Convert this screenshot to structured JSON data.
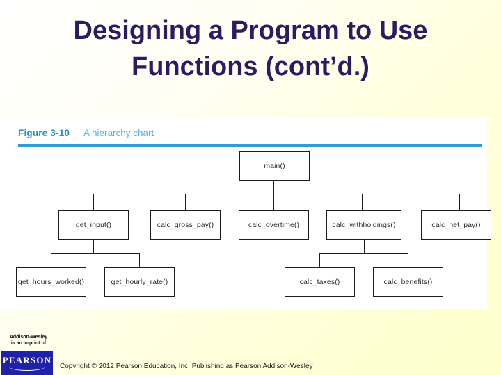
{
  "slide": {
    "title_lines": [
      "Designing a Program to Use",
      "Functions (cont’d.)"
    ],
    "title_color": "#2a1b63",
    "background_from": "#ffffff",
    "background_to": "#ffffcc"
  },
  "figure": {
    "number_label": "Figure 3-10",
    "caption": "A hierarchy chart",
    "rule_color": "#2e9ed6",
    "caption_color": "#2e9ed6",
    "panel_background": "#ffffff"
  },
  "chart_data": {
    "type": "diagram",
    "diagram_kind": "hierarchy-chart",
    "title": "A hierarchy chart",
    "node_border_color": "#1c1c1c",
    "node_fill_color": "#ffffff",
    "nodes": [
      {
        "id": "main",
        "label": "main()",
        "level": 0,
        "parent": null
      },
      {
        "id": "get_input",
        "label": "get_input()",
        "level": 1,
        "parent": "main"
      },
      {
        "id": "calc_gross_pay",
        "label": "calc_gross_pay()",
        "level": 1,
        "parent": "main"
      },
      {
        "id": "calc_overtime",
        "label": "calc_overtime()",
        "level": 1,
        "parent": "main"
      },
      {
        "id": "calc_withholdings",
        "label": "calc_withholdings()",
        "level": 1,
        "parent": "main"
      },
      {
        "id": "calc_net_pay",
        "label": "calc_net_pay()",
        "level": 1,
        "parent": "main"
      },
      {
        "id": "get_hours_worked",
        "label": "get_hours_worked()",
        "level": 2,
        "parent": "get_input"
      },
      {
        "id": "get_hourly_rate",
        "label": "get_hourly_rate()",
        "level": 2,
        "parent": "get_input"
      },
      {
        "id": "calc_taxes",
        "label": "calc_taxes()",
        "level": 2,
        "parent": "calc_withholdings"
      },
      {
        "id": "calc_benefits",
        "label": "calc_benefits()",
        "level": 2,
        "parent": "calc_withholdings"
      }
    ],
    "edges": [
      {
        "from": "main",
        "to": "get_input"
      },
      {
        "from": "main",
        "to": "calc_gross_pay"
      },
      {
        "from": "main",
        "to": "calc_overtime"
      },
      {
        "from": "main",
        "to": "calc_withholdings"
      },
      {
        "from": "main",
        "to": "calc_net_pay"
      },
      {
        "from": "get_input",
        "to": "get_hours_worked"
      },
      {
        "from": "get_input",
        "to": "get_hourly_rate"
      },
      {
        "from": "calc_withholdings",
        "to": "calc_taxes"
      },
      {
        "from": "calc_withholdings",
        "to": "calc_benefits"
      }
    ]
  },
  "footer": {
    "imprint_line1": "Addison-Wesley",
    "imprint_line2": "is an imprint of",
    "logo_word": "PEARSON",
    "logo_color": "#1f21a8",
    "copyright": "Copyright © 2012 Pearson Education, Inc. Publishing as Pearson Addison-Wesley"
  }
}
